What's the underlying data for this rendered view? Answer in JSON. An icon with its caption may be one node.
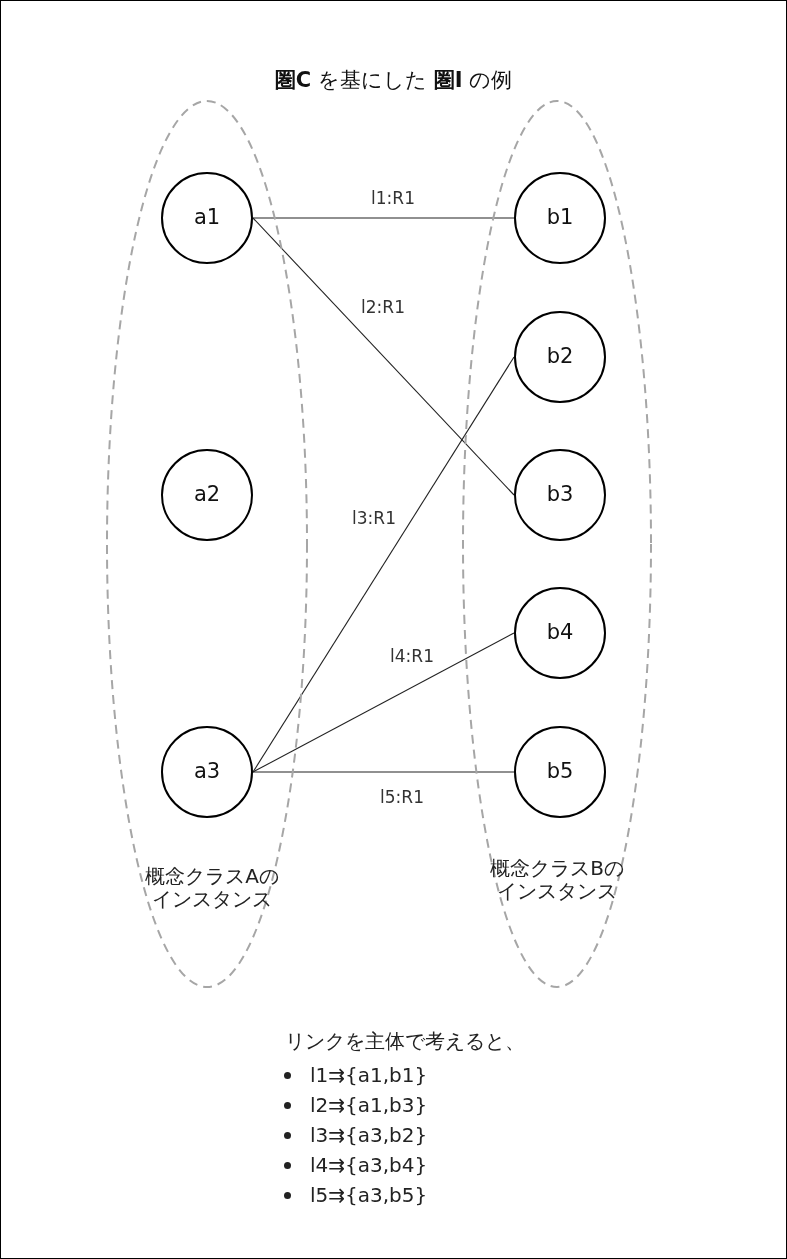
{
  "diagram": {
    "title": "**圏C** を基にした **圏I** の例",
    "nodes": [
      {
        "text": [
          "概念クラスAのインスタンス"
        ]
      },
      {
        "text": [
          "a1"
        ],
        "in": 0
      },
      {
        "text": [
          "a2"
        ],
        "in": 0
      },
      {
        "text": [
          "a3"
        ],
        "in": 0
      },
      {
        "text": [
          "概念クラスBのインスタンス"
        ]
      },
      {
        "text": [
          "b1"
        ],
        "in": 4
      },
      {
        "text": [
          "b2"
        ],
        "in": 4
      },
      {
        "text": [
          "b3"
        ],
        "in": 4
      },
      {
        "text": [
          "b4"
        ],
        "in": 4
      },
      {
        "text": [
          "b5"
        ],
        "in": 4
      }
    ],
    "edges": [
      {
        "from": 1,
        "to": 5,
        "arrow": "none",
        "label": "l1:R1"
      },
      {
        "from": 1,
        "to": 7,
        "arrow": "none",
        "label": "l2:R1"
      },
      {
        "from": 3,
        "to": 6,
        "arrow": "none",
        "label": "l3:R1"
      },
      {
        "from": 3,
        "to": 8,
        "arrow": "none",
        "label": "l4:R1"
      },
      {
        "from": 3,
        "to": 9,
        "arrow": "none",
        "label": "l5:R1"
      }
    ],
    "labels": [
      "リンクを主体で考えると、",
      "l1⇉{a1,b1}",
      "l2⇉{a1,b3}",
      "l3⇉{a3,b2}",
      "l4⇉{a3,b4}",
      "l5⇉{a3,b5}"
    ]
  }
}
